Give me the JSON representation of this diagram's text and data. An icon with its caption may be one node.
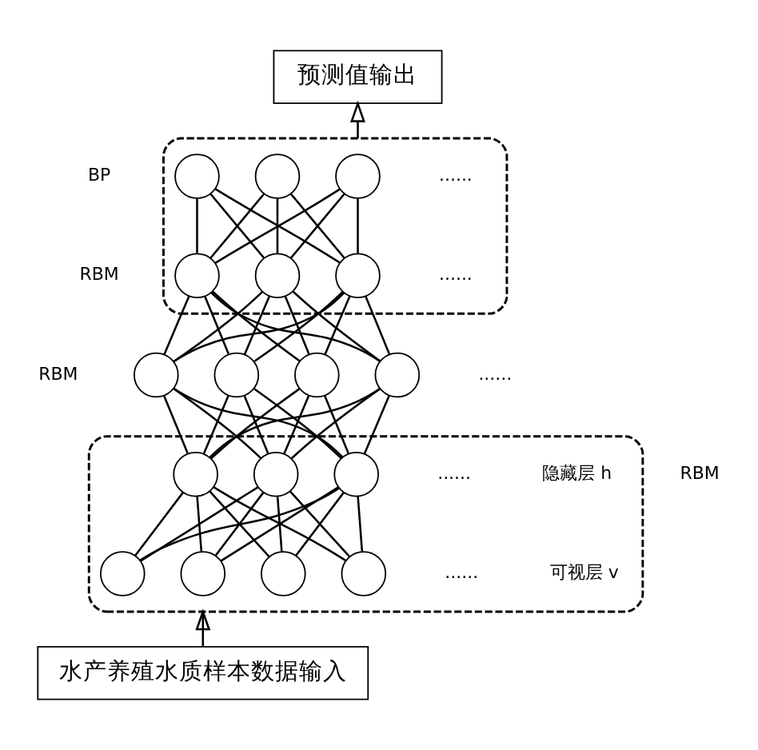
{
  "diagram": {
    "nodes": [
      {
        "text": [
          "预测值输出"
        ]
      },
      {
        "text": [],
        "shape": "box"
      },
      {
        "text": [],
        "shape": "circle",
        "in": 1
      },
      {
        "text": [],
        "shape": "circle",
        "in": 1
      },
      {
        "text": [],
        "shape": "circle",
        "in": 1
      },
      {
        "text": [],
        "shape": "circle",
        "in": 1
      },
      {
        "text": [],
        "shape": "circle",
        "in": 1
      },
      {
        "text": [],
        "shape": "circle",
        "in": 1
      },
      {
        "text": [],
        "shape": "circle"
      },
      {
        "text": [],
        "shape": "circle"
      },
      {
        "text": [],
        "shape": "circle"
      },
      {
        "text": [],
        "shape": "circle"
      },
      {
        "text": [],
        "shape": "box"
      },
      {
        "text": [],
        "shape": "circle",
        "in": 12
      },
      {
        "text": [],
        "shape": "circle",
        "in": 12
      },
      {
        "text": [],
        "shape": "circle",
        "in": 12
      },
      {
        "text": [],
        "shape": "circle",
        "in": 12
      },
      {
        "text": [],
        "shape": "circle",
        "in": 12
      },
      {
        "text": [],
        "shape": "circle",
        "in": 12
      },
      {
        "text": [],
        "shape": "circle",
        "in": 12
      },
      {
        "text": [
          "水产养殖水质样本数据输入"
        ]
      }
    ],
    "edges": [
      {
        "from": 1,
        "to": 0,
        "arrow": "to"
      },
      {
        "from": 2,
        "to": 5,
        "arrow": "none"
      },
      {
        "from": 2,
        "to": 6,
        "arrow": "none"
      },
      {
        "from": 2,
        "to": 7,
        "arrow": "none"
      },
      {
        "from": 3,
        "to": 5,
        "arrow": "none"
      },
      {
        "from": 3,
        "to": 6,
        "arrow": "none"
      },
      {
        "from": 3,
        "to": 7,
        "arrow": "none"
      },
      {
        "from": 4,
        "to": 5,
        "arrow": "none"
      },
      {
        "from": 4,
        "to": 6,
        "arrow": "none"
      },
      {
        "from": 4,
        "to": 7,
        "arrow": "none"
      },
      {
        "from": 5,
        "to": 8,
        "arrow": "none"
      },
      {
        "from": 5,
        "to": 9,
        "arrow": "none"
      },
      {
        "from": 5,
        "to": 10,
        "arrow": "none"
      },
      {
        "from": 5,
        "to": 11,
        "arrow": "none"
      },
      {
        "from": 6,
        "to": 8,
        "arrow": "none"
      },
      {
        "from": 6,
        "to": 9,
        "arrow": "none"
      },
      {
        "from": 6,
        "to": 10,
        "arrow": "none"
      },
      {
        "from": 6,
        "to": 11,
        "arrow": "none"
      },
      {
        "from": 7,
        "to": 8,
        "arrow": "none"
      },
      {
        "from": 7,
        "to": 9,
        "arrow": "none"
      },
      {
        "from": 7,
        "to": 10,
        "arrow": "none"
      },
      {
        "from": 7,
        "to": 11,
        "arrow": "none"
      },
      {
        "from": 8,
        "to": 13,
        "arrow": "none"
      },
      {
        "from": 8,
        "to": 14,
        "arrow": "none"
      },
      {
        "from": 8,
        "to": 15,
        "arrow": "none"
      },
      {
        "from": 9,
        "to": 13,
        "arrow": "none"
      },
      {
        "from": 9,
        "to": 14,
        "arrow": "none"
      },
      {
        "from": 9,
        "to": 15,
        "arrow": "none"
      },
      {
        "from": 10,
        "to": 13,
        "arrow": "none"
      },
      {
        "from": 10,
        "to": 14,
        "arrow": "none"
      },
      {
        "from": 10,
        "to": 15,
        "arrow": "none"
      },
      {
        "from": 11,
        "to": 13,
        "arrow": "none"
      },
      {
        "from": 11,
        "to": 14,
        "arrow": "none"
      },
      {
        "from": 11,
        "to": 15,
        "arrow": "none"
      },
      {
        "from": 13,
        "to": 16,
        "arrow": "none"
      },
      {
        "from": 13,
        "to": 17,
        "arrow": "none"
      },
      {
        "from": 13,
        "to": 18,
        "arrow": "none"
      },
      {
        "from": 13,
        "to": 19,
        "arrow": "none"
      },
      {
        "from": 14,
        "to": 16,
        "arrow": "none"
      },
      {
        "from": 14,
        "to": 17,
        "arrow": "none"
      },
      {
        "from": 14,
        "to": 18,
        "arrow": "none"
      },
      {
        "from": 14,
        "to": 19,
        "arrow": "none"
      },
      {
        "from": 15,
        "to": 16,
        "arrow": "none"
      },
      {
        "from": 15,
        "to": 17,
        "arrow": "none"
      },
      {
        "from": 15,
        "to": 18,
        "arrow": "none"
      },
      {
        "from": 15,
        "to": 19,
        "arrow": "none"
      },
      {
        "from": 20,
        "to": 12,
        "arrow": "to"
      }
    ],
    "labels": [
      "BP",
      "......",
      "......",
      "RBM",
      "......",
      "RBM",
      "......",
      "隐藏层 h",
      "RBM",
      "......",
      "可视层 v"
    ]
  }
}
